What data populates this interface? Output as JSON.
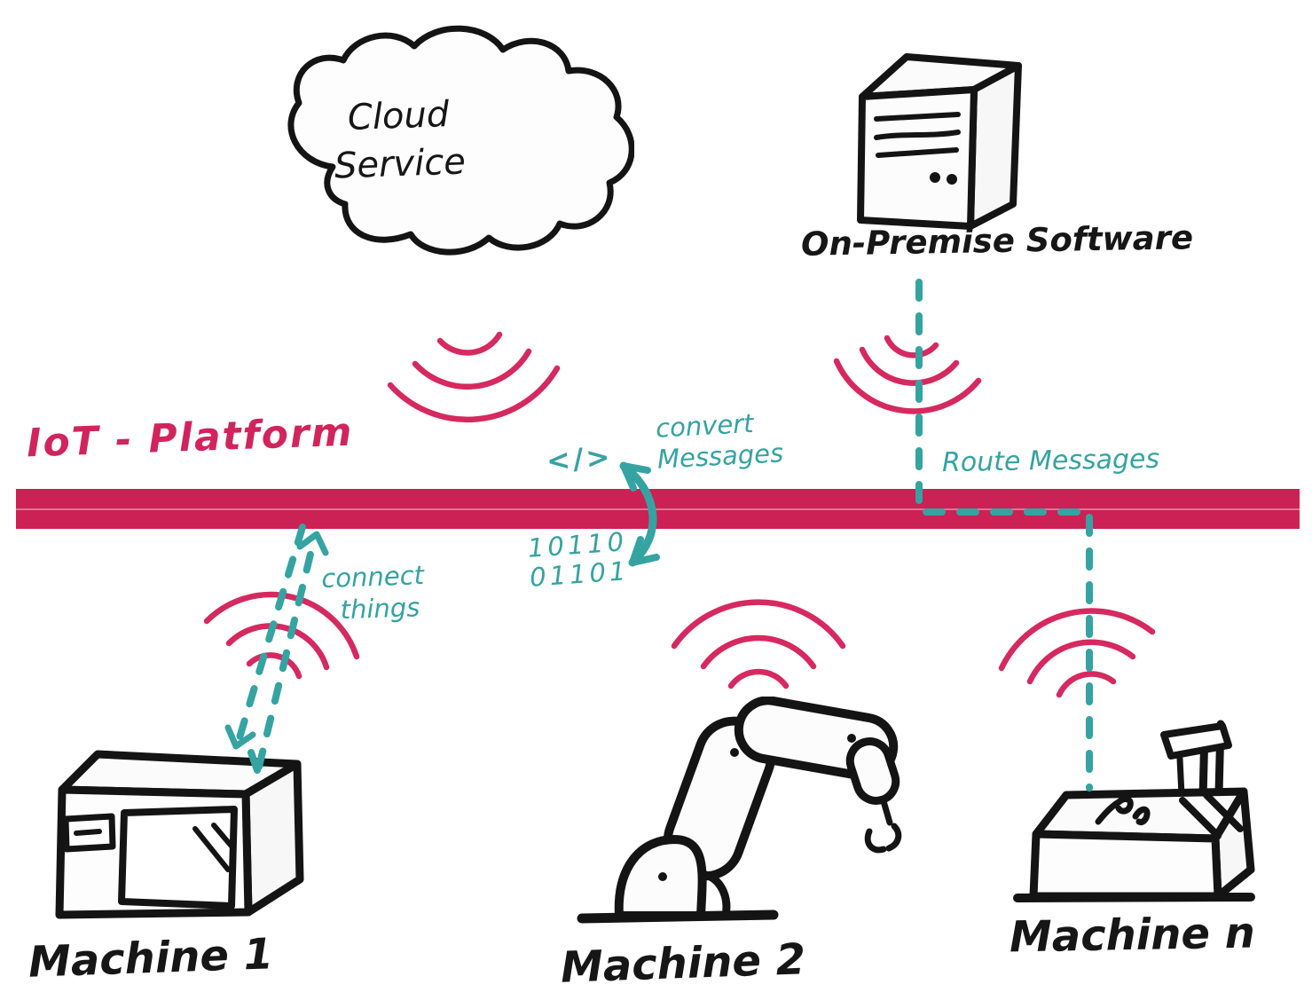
{
  "palette": {
    "platform_pink": "#cb2154",
    "sketch_pink": "#d6295f",
    "teal": "#35a3a2",
    "ink": "#161616",
    "paper": "#ffffff"
  },
  "platform": {
    "label": "IoT - Platform"
  },
  "nodes": {
    "cloud": {
      "line1": "Cloud",
      "line2": "Service"
    },
    "on_premise": {
      "label": "On-Premise Software"
    },
    "machine_1": {
      "label": "Machine 1"
    },
    "machine_2": {
      "label": "Machine 2"
    },
    "machine_n": {
      "label": "Machine n"
    }
  },
  "annotations": {
    "connect": {
      "line1": "connect",
      "line2": "things"
    },
    "convert": {
      "line1": "convert",
      "line2": "Messages"
    },
    "code_symbol": "</>",
    "binary": {
      "line1": "10110",
      "line2": "01101"
    },
    "route": {
      "label": "Route Messages"
    }
  },
  "icons": {
    "cloud": "cloud-shape",
    "server": "server-box",
    "wifi": "wifi-signal-arcs",
    "machine_1": "machine-box-sketch",
    "machine_2": "robot-arm-sketch",
    "machine_n": "milling-machine-sketch"
  }
}
